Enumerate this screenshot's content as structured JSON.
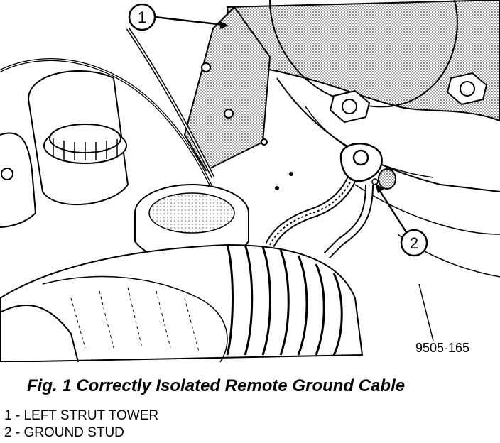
{
  "figure": {
    "id": "9505-165",
    "caption": "Fig. 1 Correctly Isolated Remote Ground Cable"
  },
  "callouts": [
    {
      "number": "1"
    },
    {
      "number": "2"
    }
  ],
  "legend": [
    {
      "text": "1 - LEFT STRUT TOWER"
    },
    {
      "text": "2 - GROUND STUD"
    }
  ]
}
